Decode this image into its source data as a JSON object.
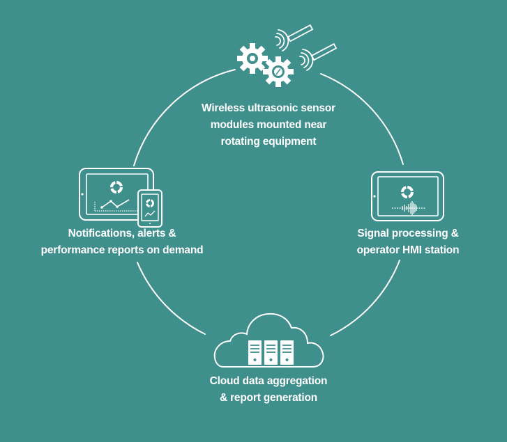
{
  "diagram": {
    "type": "cycle",
    "background_color": "#3f8f8d",
    "foreground_color": "#ffffff",
    "nodes": [
      {
        "id": "sensors",
        "icon": "gears-wireless-sensor-icon",
        "lines": [
          "Wireless ultrasonic sensor",
          "modules mounted near",
          "rotating equipment"
        ]
      },
      {
        "id": "hmi",
        "icon": "tablet-waveform-icon",
        "lines": [
          "Signal processing &",
          "operator HMI station"
        ]
      },
      {
        "id": "cloud",
        "icon": "cloud-servers-icon",
        "lines": [
          "Cloud data aggregation",
          "& report generation"
        ]
      },
      {
        "id": "reports",
        "icon": "tablet-phone-chart-icon",
        "lines": [
          "Notifications, alerts &",
          "performance reports on demand"
        ]
      }
    ]
  }
}
